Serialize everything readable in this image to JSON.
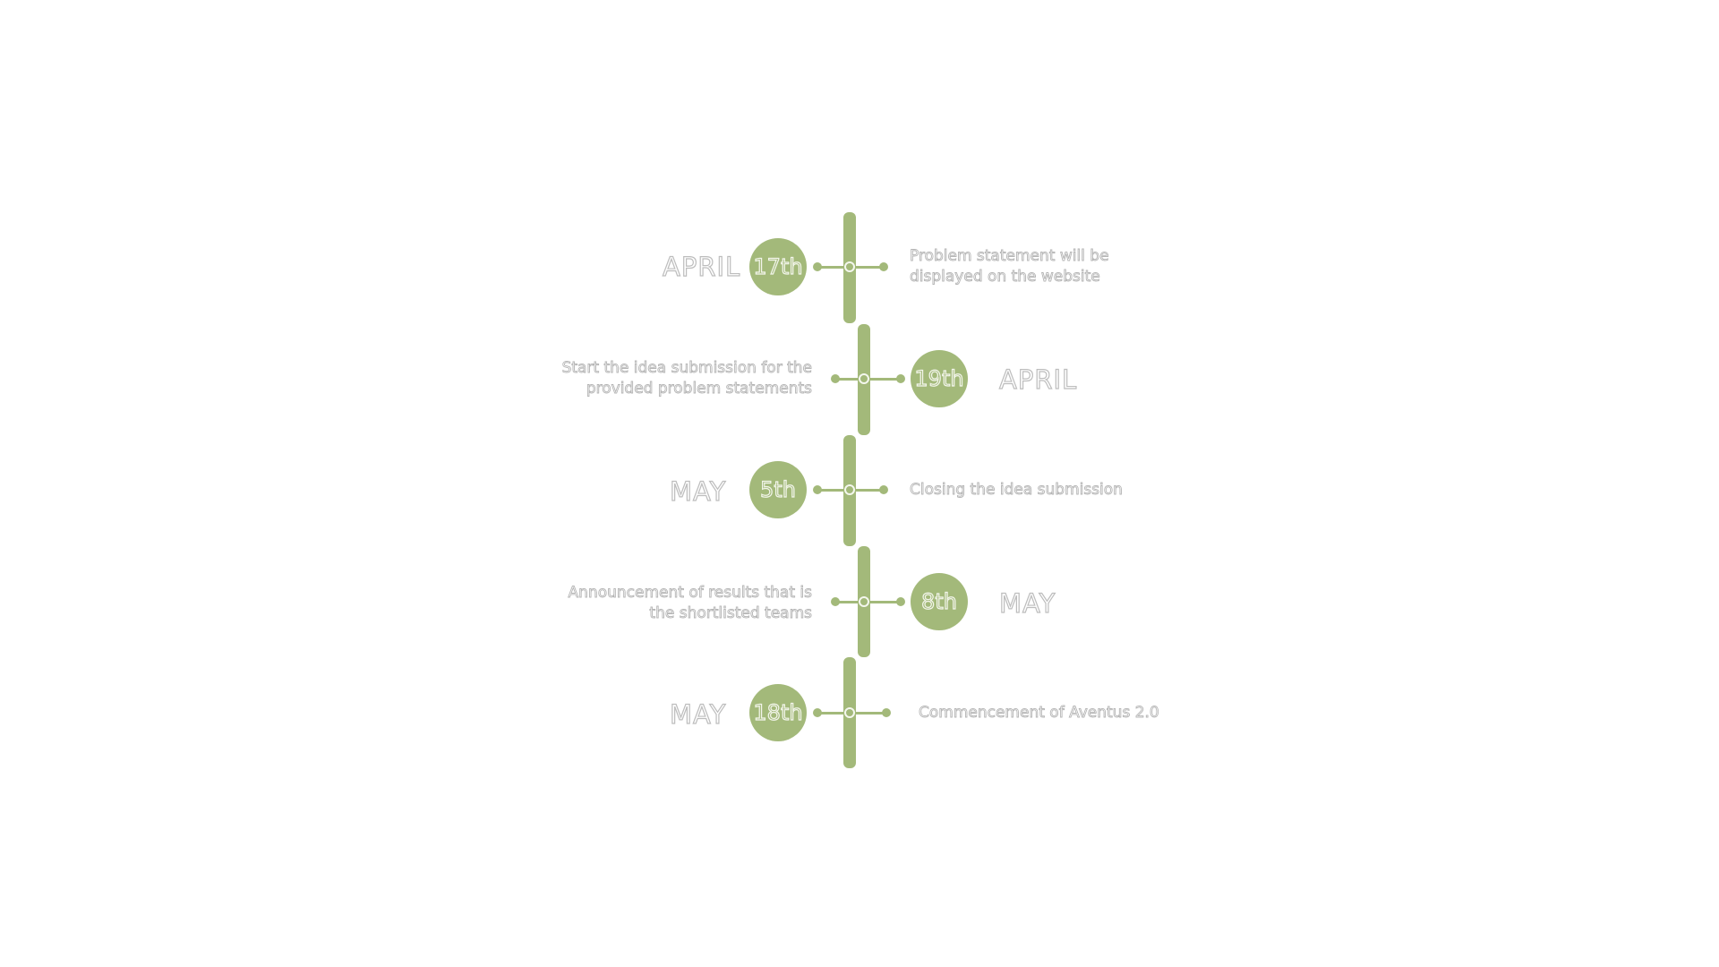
{
  "timeline": {
    "accent_color": "#a3b97a",
    "events": [
      {
        "month": "APRIL",
        "day": "17th",
        "description_line1": "Problem statement will be",
        "description_line2": "displayed on the website"
      },
      {
        "month": "APRIL",
        "day": "19th",
        "description_line1": "Start the idea submission for the",
        "description_line2": "provided problem statements"
      },
      {
        "month": "MAY",
        "day": "5th",
        "description_line1": "Closing the idea submission",
        "description_line2": ""
      },
      {
        "month": "MAY",
        "day": "8th",
        "description_line1": "Announcement of results that is",
        "description_line2": "the shortlisted  teams"
      },
      {
        "month": "MAY",
        "day": "18th",
        "description_line1": "Commencement of Aventus 2.0",
        "description_line2": ""
      }
    ]
  }
}
